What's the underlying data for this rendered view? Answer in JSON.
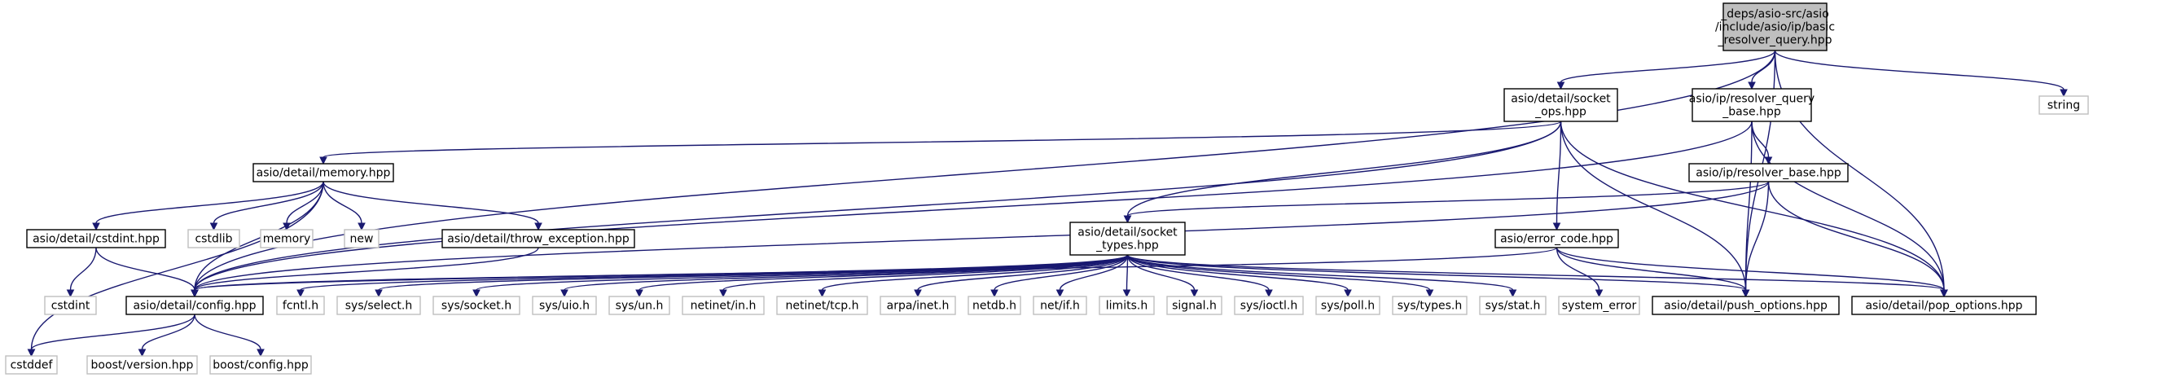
{
  "diagram": {
    "type": "include-dependency-graph",
    "colors": {
      "edge": "#191970",
      "root_fill": "#bfbfbf",
      "external_border": "#bfbfbf",
      "node_border": "#000000"
    },
    "nodes": [
      {
        "id": "root",
        "kind": "root",
        "lines": [
          "_deps/asio-src/asio",
          "/include/asio/ip/basic",
          "_resolver_query.hpp"
        ]
      },
      {
        "id": "socket_ops",
        "kind": "local",
        "lines": [
          "asio/detail/socket",
          "_ops.hpp"
        ]
      },
      {
        "id": "resolver_query_base",
        "kind": "local",
        "lines": [
          "asio/ip/resolver_query",
          "_base.hpp"
        ]
      },
      {
        "id": "string",
        "kind": "external",
        "lines": [
          "string"
        ]
      },
      {
        "id": "memory_hpp",
        "kind": "local",
        "lines": [
          "asio/detail/memory.hpp"
        ]
      },
      {
        "id": "resolver_base",
        "kind": "local",
        "lines": [
          "asio/ip/resolver_base.hpp"
        ]
      },
      {
        "id": "cstdint_hpp",
        "kind": "local",
        "lines": [
          "asio/detail/cstdint.hpp"
        ]
      },
      {
        "id": "cstdlib",
        "kind": "external",
        "lines": [
          "cstdlib"
        ]
      },
      {
        "id": "memory",
        "kind": "external",
        "lines": [
          "memory"
        ]
      },
      {
        "id": "new",
        "kind": "external",
        "lines": [
          "new"
        ]
      },
      {
        "id": "throw_exception",
        "kind": "local",
        "lines": [
          "asio/detail/throw_exception.hpp"
        ]
      },
      {
        "id": "socket_types",
        "kind": "local",
        "lines": [
          "asio/detail/socket",
          "_types.hpp"
        ]
      },
      {
        "id": "error_code",
        "kind": "local",
        "lines": [
          "asio/error_code.hpp"
        ]
      },
      {
        "id": "cstdint",
        "kind": "external",
        "lines": [
          "cstdint"
        ]
      },
      {
        "id": "config",
        "kind": "local",
        "lines": [
          "asio/detail/config.hpp"
        ]
      },
      {
        "id": "fcntl",
        "kind": "external",
        "lines": [
          "fcntl.h"
        ]
      },
      {
        "id": "sys_select",
        "kind": "external",
        "lines": [
          "sys/select.h"
        ]
      },
      {
        "id": "sys_socket",
        "kind": "external",
        "lines": [
          "sys/socket.h"
        ]
      },
      {
        "id": "sys_uio",
        "kind": "external",
        "lines": [
          "sys/uio.h"
        ]
      },
      {
        "id": "sys_un",
        "kind": "external",
        "lines": [
          "sys/un.h"
        ]
      },
      {
        "id": "netinet_in",
        "kind": "external",
        "lines": [
          "netinet/in.h"
        ]
      },
      {
        "id": "netinet_tcp",
        "kind": "external",
        "lines": [
          "netinet/tcp.h"
        ]
      },
      {
        "id": "arpa_inet",
        "kind": "external",
        "lines": [
          "arpa/inet.h"
        ]
      },
      {
        "id": "netdb",
        "kind": "external",
        "lines": [
          "netdb.h"
        ]
      },
      {
        "id": "net_if",
        "kind": "external",
        "lines": [
          "net/if.h"
        ]
      },
      {
        "id": "limits",
        "kind": "external",
        "lines": [
          "limits.h"
        ]
      },
      {
        "id": "signal",
        "kind": "external",
        "lines": [
          "signal.h"
        ]
      },
      {
        "id": "sys_ioctl",
        "kind": "external",
        "lines": [
          "sys/ioctl.h"
        ]
      },
      {
        "id": "sys_poll",
        "kind": "external",
        "lines": [
          "sys/poll.h"
        ]
      },
      {
        "id": "sys_types",
        "kind": "external",
        "lines": [
          "sys/types.h"
        ]
      },
      {
        "id": "sys_stat",
        "kind": "external",
        "lines": [
          "sys/stat.h"
        ]
      },
      {
        "id": "system_error",
        "kind": "external",
        "lines": [
          "system_error"
        ]
      },
      {
        "id": "push_options",
        "kind": "local",
        "lines": [
          "asio/detail/push_options.hpp"
        ]
      },
      {
        "id": "pop_options",
        "kind": "local",
        "lines": [
          "asio/detail/pop_options.hpp"
        ]
      },
      {
        "id": "cstddef",
        "kind": "external",
        "lines": [
          "cstddef"
        ]
      },
      {
        "id": "boost_version",
        "kind": "external",
        "lines": [
          "boost/version.hpp"
        ]
      },
      {
        "id": "boost_config",
        "kind": "external",
        "lines": [
          "boost/config.hpp"
        ]
      }
    ],
    "edges": [
      [
        "root",
        "socket_ops"
      ],
      [
        "root",
        "resolver_query_base"
      ],
      [
        "root",
        "string"
      ],
      [
        "root",
        "config"
      ],
      [
        "root",
        "push_options"
      ],
      [
        "root",
        "pop_options"
      ],
      [
        "socket_ops",
        "memory_hpp"
      ],
      [
        "socket_ops",
        "socket_types"
      ],
      [
        "socket_ops",
        "error_code"
      ],
      [
        "socket_ops",
        "config"
      ],
      [
        "socket_ops",
        "push_options"
      ],
      [
        "socket_ops",
        "pop_options"
      ],
      [
        "resolver_query_base",
        "resolver_base"
      ],
      [
        "resolver_query_base",
        "config"
      ],
      [
        "resolver_query_base",
        "push_options"
      ],
      [
        "resolver_query_base",
        "pop_options"
      ],
      [
        "memory_hpp",
        "cstdint_hpp"
      ],
      [
        "memory_hpp",
        "cstdlib"
      ],
      [
        "memory_hpp",
        "memory"
      ],
      [
        "memory_hpp",
        "new"
      ],
      [
        "memory_hpp",
        "throw_exception"
      ],
      [
        "memory_hpp",
        "config"
      ],
      [
        "memory_hpp",
        "cstddef"
      ],
      [
        "resolver_base",
        "socket_types"
      ],
      [
        "resolver_base",
        "config"
      ],
      [
        "resolver_base",
        "push_options"
      ],
      [
        "resolver_base",
        "pop_options"
      ],
      [
        "cstdint_hpp",
        "cstdint"
      ],
      [
        "cstdint_hpp",
        "config"
      ],
      [
        "throw_exception",
        "config"
      ],
      [
        "socket_types",
        "config"
      ],
      [
        "socket_types",
        "fcntl"
      ],
      [
        "socket_types",
        "sys_select"
      ],
      [
        "socket_types",
        "sys_socket"
      ],
      [
        "socket_types",
        "sys_uio"
      ],
      [
        "socket_types",
        "sys_un"
      ],
      [
        "socket_types",
        "netinet_in"
      ],
      [
        "socket_types",
        "netinet_tcp"
      ],
      [
        "socket_types",
        "arpa_inet"
      ],
      [
        "socket_types",
        "netdb"
      ],
      [
        "socket_types",
        "net_if"
      ],
      [
        "socket_types",
        "limits"
      ],
      [
        "socket_types",
        "signal"
      ],
      [
        "socket_types",
        "sys_ioctl"
      ],
      [
        "socket_types",
        "sys_poll"
      ],
      [
        "socket_types",
        "sys_types"
      ],
      [
        "socket_types",
        "sys_stat"
      ],
      [
        "socket_types",
        "push_options"
      ],
      [
        "socket_types",
        "pop_options"
      ],
      [
        "error_code",
        "config"
      ],
      [
        "error_code",
        "system_error"
      ],
      [
        "error_code",
        "push_options"
      ],
      [
        "error_code",
        "pop_options"
      ],
      [
        "config",
        "cstddef"
      ],
      [
        "config",
        "boost_version"
      ],
      [
        "config",
        "boost_config"
      ]
    ]
  }
}
